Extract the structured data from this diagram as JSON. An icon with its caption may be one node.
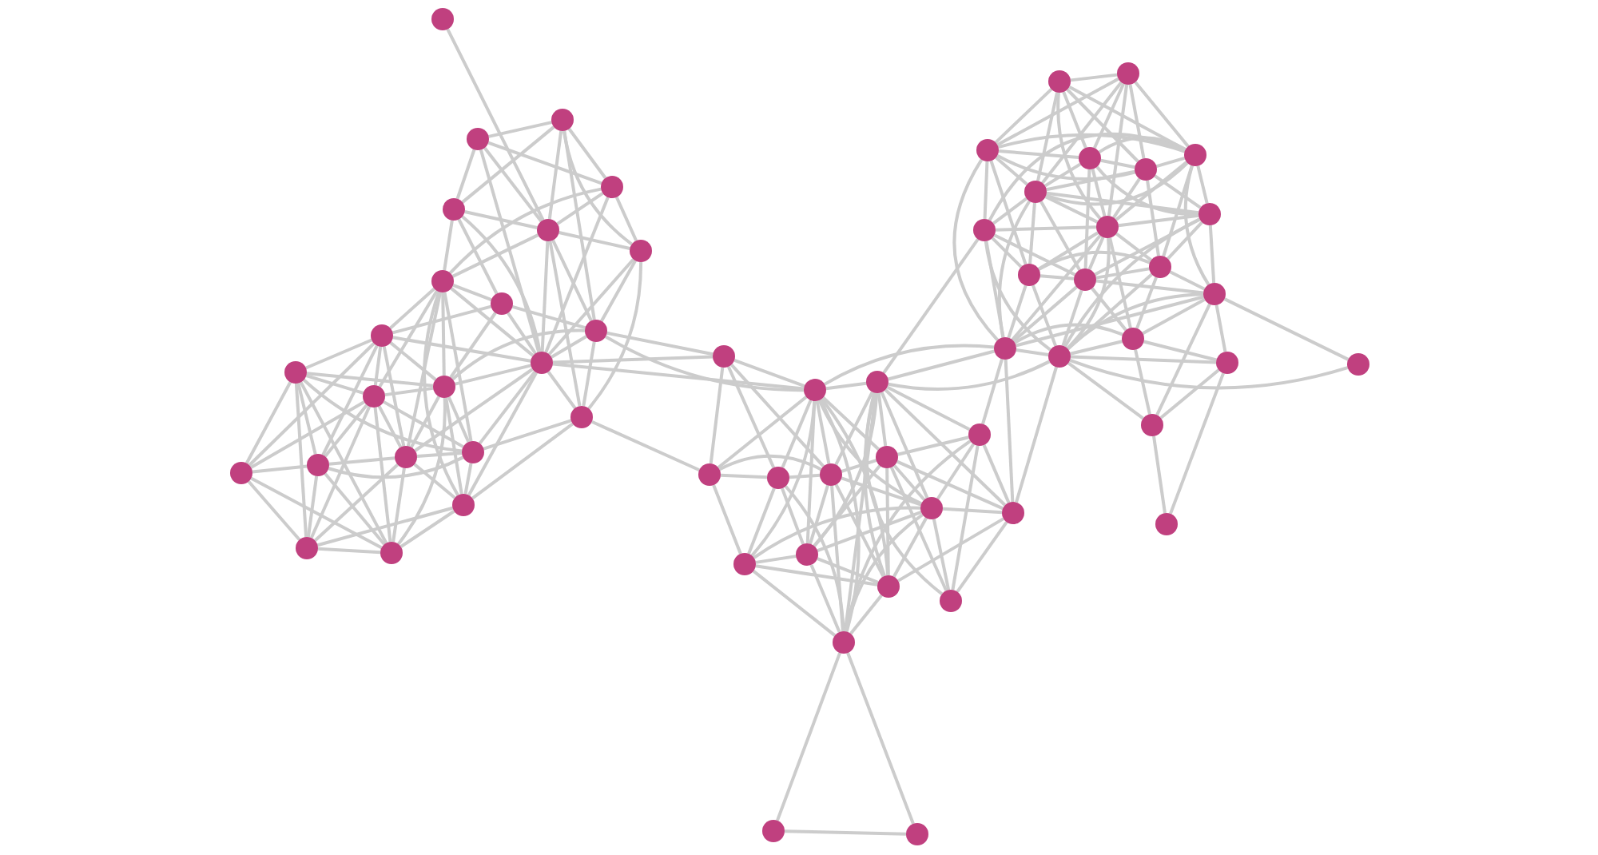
{
  "diagram": {
    "nodes": [
      {
        "text": [],
        "shape": "circle"
      },
      {
        "text": [],
        "shape": "circle"
      },
      {
        "text": [],
        "shape": "circle"
      },
      {
        "text": [],
        "shape": "circle"
      },
      {
        "text": [],
        "shape": "circle"
      },
      {
        "text": [],
        "shape": "circle"
      },
      {
        "text": [],
        "shape": "circle"
      },
      {
        "text": [],
        "shape": "circle"
      },
      {
        "text": [],
        "shape": "circle"
      },
      {
        "text": [],
        "shape": "circle"
      },
      {
        "text": [],
        "shape": "circle"
      },
      {
        "text": [],
        "shape": "circle"
      },
      {
        "text": [],
        "shape": "circle"
      },
      {
        "text": [],
        "shape": "circle"
      },
      {
        "text": [],
        "shape": "circle"
      },
      {
        "text": [],
        "shape": "circle"
      },
      {
        "text": [],
        "shape": "circle"
      },
      {
        "text": [],
        "shape": "circle"
      },
      {
        "text": [],
        "shape": "circle"
      },
      {
        "text": [],
        "shape": "circle"
      },
      {
        "text": [],
        "shape": "circle"
      },
      {
        "text": [],
        "shape": "circle"
      },
      {
        "text": [],
        "shape": "circle"
      },
      {
        "text": [],
        "shape": "circle"
      },
      {
        "text": [],
        "shape": "circle"
      },
      {
        "text": [],
        "shape": "circle"
      },
      {
        "text": [],
        "shape": "circle"
      },
      {
        "text": [],
        "shape": "circle"
      },
      {
        "text": [],
        "shape": "circle"
      },
      {
        "text": [],
        "shape": "circle"
      },
      {
        "text": [],
        "shape": "circle"
      },
      {
        "text": [],
        "shape": "circle"
      },
      {
        "text": [],
        "shape": "circle"
      },
      {
        "text": [],
        "shape": "circle"
      },
      {
        "text": [],
        "shape": "circle"
      },
      {
        "text": [],
        "shape": "circle"
      },
      {
        "text": [],
        "shape": "circle"
      },
      {
        "text": [],
        "shape": "circle"
      },
      {
        "text": [],
        "shape": "circle"
      },
      {
        "text": [],
        "shape": "circle"
      },
      {
        "text": [],
        "shape": "circle"
      },
      {
        "text": [],
        "shape": "circle"
      },
      {
        "text": [],
        "shape": "circle"
      },
      {
        "text": [],
        "shape": "circle"
      },
      {
        "text": [],
        "shape": "circle"
      },
      {
        "text": [],
        "shape": "circle"
      },
      {
        "text": [],
        "shape": "circle"
      },
      {
        "text": [],
        "shape": "circle"
      },
      {
        "text": [],
        "shape": "circle"
      },
      {
        "text": [],
        "shape": "circle"
      },
      {
        "text": [],
        "shape": "circle"
      },
      {
        "text": [],
        "shape": "circle"
      },
      {
        "text": [],
        "shape": "circle"
      },
      {
        "text": [],
        "shape": "circle"
      },
      {
        "text": [],
        "shape": "circle"
      },
      {
        "text": [],
        "shape": "circle"
      },
      {
        "text": [],
        "shape": "circle"
      },
      {
        "text": [],
        "shape": "circle"
      },
      {
        "text": [],
        "shape": "circle"
      },
      {
        "text": [],
        "shape": "circle"
      },
      {
        "text": [],
        "shape": "circle"
      }
    ],
    "edges": [
      {
        "from": 0,
        "to": 5,
        "arrow": "none"
      },
      {
        "from": 1,
        "to": 2,
        "arrow": "none"
      },
      {
        "from": 1,
        "to": 3,
        "arrow": "none"
      },
      {
        "from": 1,
        "to": 4,
        "arrow": "none"
      },
      {
        "from": 1,
        "to": 5,
        "arrow": "none"
      },
      {
        "from": 1,
        "to": 14,
        "arrow": "none"
      },
      {
        "from": 2,
        "to": 3,
        "arrow": "none"
      },
      {
        "from": 2,
        "to": 4,
        "arrow": "none"
      },
      {
        "from": 2,
        "to": 5,
        "arrow": "none"
      },
      {
        "from": 2,
        "to": 6,
        "arrow": "none"
      },
      {
        "from": 2,
        "to": 9,
        "arrow": "none"
      },
      {
        "from": 3,
        "to": 5,
        "arrow": "none"
      },
      {
        "from": 3,
        "to": 6,
        "arrow": "none"
      },
      {
        "from": 3,
        "to": 7,
        "arrow": "none"
      },
      {
        "from": 3,
        "to": 14,
        "arrow": "none"
      },
      {
        "from": 4,
        "to": 5,
        "arrow": "none"
      },
      {
        "from": 4,
        "to": 7,
        "arrow": "none"
      },
      {
        "from": 4,
        "to": 8,
        "arrow": "none"
      },
      {
        "from": 4,
        "to": 14,
        "arrow": "none"
      },
      {
        "from": 5,
        "to": 6,
        "arrow": "none"
      },
      {
        "from": 5,
        "to": 7,
        "arrow": "none"
      },
      {
        "from": 5,
        "to": 9,
        "arrow": "none"
      },
      {
        "from": 5,
        "to": 14,
        "arrow": "none"
      },
      {
        "from": 5,
        "to": 15,
        "arrow": "none"
      },
      {
        "from": 6,
        "to": 9,
        "arrow": "none"
      },
      {
        "from": 6,
        "to": 14,
        "arrow": "none"
      },
      {
        "from": 6,
        "to": 15,
        "arrow": "none"
      },
      {
        "from": 7,
        "to": 8,
        "arrow": "none"
      },
      {
        "from": 7,
        "to": 10,
        "arrow": "none"
      },
      {
        "from": 7,
        "to": 12,
        "arrow": "none"
      },
      {
        "from": 7,
        "to": 13,
        "arrow": "none"
      },
      {
        "from": 7,
        "to": 14,
        "arrow": "none"
      },
      {
        "from": 7,
        "to": 18,
        "arrow": "none"
      },
      {
        "from": 7,
        "to": 19,
        "arrow": "none"
      },
      {
        "from": 7,
        "to": 20,
        "arrow": "none"
      },
      {
        "from": 8,
        "to": 9,
        "arrow": "none"
      },
      {
        "from": 8,
        "to": 10,
        "arrow": "none"
      },
      {
        "from": 8,
        "to": 13,
        "arrow": "none"
      },
      {
        "from": 8,
        "to": 14,
        "arrow": "none"
      },
      {
        "from": 9,
        "to": 13,
        "arrow": "none"
      },
      {
        "from": 9,
        "to": 14,
        "arrow": "none"
      },
      {
        "from": 9,
        "to": 15,
        "arrow": "none"
      },
      {
        "from": 10,
        "to": 11,
        "arrow": "none"
      },
      {
        "from": 10,
        "to": 12,
        "arrow": "none"
      },
      {
        "from": 10,
        "to": 13,
        "arrow": "none"
      },
      {
        "from": 10,
        "to": 14,
        "arrow": "none"
      },
      {
        "from": 10,
        "to": 16,
        "arrow": "none"
      },
      {
        "from": 10,
        "to": 17,
        "arrow": "none"
      },
      {
        "from": 10,
        "to": 18,
        "arrow": "none"
      },
      {
        "from": 11,
        "to": 12,
        "arrow": "none"
      },
      {
        "from": 11,
        "to": 13,
        "arrow": "none"
      },
      {
        "from": 11,
        "to": 16,
        "arrow": "none"
      },
      {
        "from": 11,
        "to": 17,
        "arrow": "none"
      },
      {
        "from": 11,
        "to": 19,
        "arrow": "none"
      },
      {
        "from": 11,
        "to": 21,
        "arrow": "none"
      },
      {
        "from": 11,
        "to": 22,
        "arrow": "none"
      },
      {
        "from": 12,
        "to": 13,
        "arrow": "none"
      },
      {
        "from": 12,
        "to": 16,
        "arrow": "none"
      },
      {
        "from": 12,
        "to": 17,
        "arrow": "none"
      },
      {
        "from": 12,
        "to": 18,
        "arrow": "none"
      },
      {
        "from": 12,
        "to": 19,
        "arrow": "none"
      },
      {
        "from": 12,
        "to": 21,
        "arrow": "none"
      },
      {
        "from": 12,
        "to": 22,
        "arrow": "none"
      },
      {
        "from": 13,
        "to": 14,
        "arrow": "none"
      },
      {
        "from": 13,
        "to": 18,
        "arrow": "none"
      },
      {
        "from": 13,
        "to": 19,
        "arrow": "none"
      },
      {
        "from": 13,
        "to": 20,
        "arrow": "none"
      },
      {
        "from": 13,
        "to": 22,
        "arrow": "none"
      },
      {
        "from": 14,
        "to": 15,
        "arrow": "none"
      },
      {
        "from": 14,
        "to": 18,
        "arrow": "none"
      },
      {
        "from": 14,
        "to": 19,
        "arrow": "none"
      },
      {
        "from": 14,
        "to": 20,
        "arrow": "none"
      },
      {
        "from": 15,
        "to": 19,
        "arrow": "none"
      },
      {
        "from": 15,
        "to": 20,
        "arrow": "none"
      },
      {
        "from": 16,
        "to": 17,
        "arrow": "none"
      },
      {
        "from": 16,
        "to": 21,
        "arrow": "none"
      },
      {
        "from": 16,
        "to": 22,
        "arrow": "none"
      },
      {
        "from": 17,
        "to": 18,
        "arrow": "none"
      },
      {
        "from": 17,
        "to": 19,
        "arrow": "none"
      },
      {
        "from": 17,
        "to": 21,
        "arrow": "none"
      },
      {
        "from": 17,
        "to": 22,
        "arrow": "none"
      },
      {
        "from": 18,
        "to": 19,
        "arrow": "none"
      },
      {
        "from": 18,
        "to": 20,
        "arrow": "none"
      },
      {
        "from": 18,
        "to": 21,
        "arrow": "none"
      },
      {
        "from": 18,
        "to": 22,
        "arrow": "none"
      },
      {
        "from": 19,
        "to": 20,
        "arrow": "none"
      },
      {
        "from": 20,
        "to": 21,
        "arrow": "none"
      },
      {
        "from": 20,
        "to": 22,
        "arrow": "none"
      },
      {
        "from": 21,
        "to": 22,
        "arrow": "none"
      },
      {
        "from": 14,
        "to": 23,
        "arrow": "none"
      },
      {
        "from": 9,
        "to": 23,
        "arrow": "none"
      },
      {
        "from": 9,
        "to": 24,
        "arrow": "none"
      },
      {
        "from": 15,
        "to": 26,
        "arrow": "none"
      },
      {
        "from": 14,
        "to": 24,
        "arrow": "none"
      },
      {
        "from": 23,
        "to": 24,
        "arrow": "none"
      },
      {
        "from": 23,
        "to": 26,
        "arrow": "none"
      },
      {
        "from": 23,
        "to": 27,
        "arrow": "none"
      },
      {
        "from": 23,
        "to": 28,
        "arrow": "none"
      },
      {
        "from": 24,
        "to": 25,
        "arrow": "none"
      },
      {
        "from": 24,
        "to": 26,
        "arrow": "none"
      },
      {
        "from": 24,
        "to": 27,
        "arrow": "none"
      },
      {
        "from": 24,
        "to": 28,
        "arrow": "none"
      },
      {
        "from": 24,
        "to": 29,
        "arrow": "none"
      },
      {
        "from": 24,
        "to": 31,
        "arrow": "none"
      },
      {
        "from": 24,
        "to": 33,
        "arrow": "none"
      },
      {
        "from": 24,
        "to": 34,
        "arrow": "none"
      },
      {
        "from": 24,
        "to": 35,
        "arrow": "none"
      },
      {
        "from": 24,
        "to": 37,
        "arrow": "none"
      },
      {
        "from": 25,
        "to": 28,
        "arrow": "none"
      },
      {
        "from": 25,
        "to": 29,
        "arrow": "none"
      },
      {
        "from": 25,
        "to": 30,
        "arrow": "none"
      },
      {
        "from": 25,
        "to": 31,
        "arrow": "none"
      },
      {
        "from": 25,
        "to": 32,
        "arrow": "none"
      },
      {
        "from": 25,
        "to": 34,
        "arrow": "none"
      },
      {
        "from": 25,
        "to": 35,
        "arrow": "none"
      },
      {
        "from": 25,
        "to": 36,
        "arrow": "none"
      },
      {
        "from": 25,
        "to": 37,
        "arrow": "none"
      },
      {
        "from": 26,
        "to": 27,
        "arrow": "none"
      },
      {
        "from": 26,
        "to": 28,
        "arrow": "none"
      },
      {
        "from": 26,
        "to": 33,
        "arrow": "none"
      },
      {
        "from": 27,
        "to": 28,
        "arrow": "none"
      },
      {
        "from": 27,
        "to": 33,
        "arrow": "none"
      },
      {
        "from": 27,
        "to": 34,
        "arrow": "none"
      },
      {
        "from": 27,
        "to": 37,
        "arrow": "none"
      },
      {
        "from": 28,
        "to": 29,
        "arrow": "none"
      },
      {
        "from": 28,
        "to": 31,
        "arrow": "none"
      },
      {
        "from": 28,
        "to": 34,
        "arrow": "none"
      },
      {
        "from": 28,
        "to": 35,
        "arrow": "none"
      },
      {
        "from": 28,
        "to": 37,
        "arrow": "none"
      },
      {
        "from": 29,
        "to": 30,
        "arrow": "none"
      },
      {
        "from": 29,
        "to": 31,
        "arrow": "none"
      },
      {
        "from": 29,
        "to": 32,
        "arrow": "none"
      },
      {
        "from": 29,
        "to": 34,
        "arrow": "none"
      },
      {
        "from": 29,
        "to": 35,
        "arrow": "none"
      },
      {
        "from": 29,
        "to": 36,
        "arrow": "none"
      },
      {
        "from": 30,
        "to": 31,
        "arrow": "none"
      },
      {
        "from": 30,
        "to": 32,
        "arrow": "none"
      },
      {
        "from": 30,
        "to": 36,
        "arrow": "none"
      },
      {
        "from": 30,
        "to": 37,
        "arrow": "none"
      },
      {
        "from": 31,
        "to": 32,
        "arrow": "none"
      },
      {
        "from": 31,
        "to": 33,
        "arrow": "none"
      },
      {
        "from": 31,
        "to": 34,
        "arrow": "none"
      },
      {
        "from": 31,
        "to": 35,
        "arrow": "none"
      },
      {
        "from": 31,
        "to": 36,
        "arrow": "none"
      },
      {
        "from": 31,
        "to": 37,
        "arrow": "none"
      },
      {
        "from": 32,
        "to": 35,
        "arrow": "none"
      },
      {
        "from": 32,
        "to": 36,
        "arrow": "none"
      },
      {
        "from": 33,
        "to": 34,
        "arrow": "none"
      },
      {
        "from": 33,
        "to": 35,
        "arrow": "none"
      },
      {
        "from": 33,
        "to": 37,
        "arrow": "none"
      },
      {
        "from": 34,
        "to": 35,
        "arrow": "none"
      },
      {
        "from": 34,
        "to": 37,
        "arrow": "none"
      },
      {
        "from": 35,
        "to": 37,
        "arrow": "none"
      },
      {
        "from": 37,
        "to": 38,
        "arrow": "none"
      },
      {
        "from": 37,
        "to": 39,
        "arrow": "none"
      },
      {
        "from": 38,
        "to": 39,
        "arrow": "none"
      },
      {
        "from": 25,
        "to": 48,
        "arrow": "none"
      },
      {
        "from": 24,
        "to": 54,
        "arrow": "none"
      },
      {
        "from": 25,
        "to": 54,
        "arrow": "none"
      },
      {
        "from": 25,
        "to": 55,
        "arrow": "none"
      },
      {
        "from": 30,
        "to": 54,
        "arrow": "none"
      },
      {
        "from": 32,
        "to": 55,
        "arrow": "none"
      },
      {
        "from": 32,
        "to": 54,
        "arrow": "none"
      },
      {
        "from": 40,
        "to": 41,
        "arrow": "none"
      },
      {
        "from": 40,
        "to": 42,
        "arrow": "none"
      },
      {
        "from": 40,
        "to": 43,
        "arrow": "none"
      },
      {
        "from": 40,
        "to": 44,
        "arrow": "none"
      },
      {
        "from": 40,
        "to": 45,
        "arrow": "none"
      },
      {
        "from": 40,
        "to": 46,
        "arrow": "none"
      },
      {
        "from": 40,
        "to": 49,
        "arrow": "none"
      },
      {
        "from": 41,
        "to": 42,
        "arrow": "none"
      },
      {
        "from": 41,
        "to": 43,
        "arrow": "none"
      },
      {
        "from": 41,
        "to": 44,
        "arrow": "none"
      },
      {
        "from": 41,
        "to": 45,
        "arrow": "none"
      },
      {
        "from": 41,
        "to": 46,
        "arrow": "none"
      },
      {
        "from": 41,
        "to": 49,
        "arrow": "none"
      },
      {
        "from": 42,
        "to": 43,
        "arrow": "none"
      },
      {
        "from": 42,
        "to": 44,
        "arrow": "none"
      },
      {
        "from": 42,
        "to": 45,
        "arrow": "none"
      },
      {
        "from": 42,
        "to": 46,
        "arrow": "none"
      },
      {
        "from": 42,
        "to": 48,
        "arrow": "none"
      },
      {
        "from": 42,
        "to": 51,
        "arrow": "none"
      },
      {
        "from": 42,
        "to": 54,
        "arrow": "none"
      },
      {
        "from": 43,
        "to": 44,
        "arrow": "none"
      },
      {
        "from": 43,
        "to": 45,
        "arrow": "none"
      },
      {
        "from": 43,
        "to": 46,
        "arrow": "none"
      },
      {
        "from": 43,
        "to": 47,
        "arrow": "none"
      },
      {
        "from": 43,
        "to": 49,
        "arrow": "none"
      },
      {
        "from": 43,
        "to": 52,
        "arrow": "none"
      },
      {
        "from": 44,
        "to": 45,
        "arrow": "none"
      },
      {
        "from": 44,
        "to": 46,
        "arrow": "none"
      },
      {
        "from": 44,
        "to": 47,
        "arrow": "none"
      },
      {
        "from": 44,
        "to": 49,
        "arrow": "none"
      },
      {
        "from": 44,
        "to": 50,
        "arrow": "none"
      },
      {
        "from": 45,
        "to": 46,
        "arrow": "none"
      },
      {
        "from": 45,
        "to": 47,
        "arrow": "none"
      },
      {
        "from": 45,
        "to": 48,
        "arrow": "none"
      },
      {
        "from": 45,
        "to": 49,
        "arrow": "none"
      },
      {
        "from": 45,
        "to": 50,
        "arrow": "none"
      },
      {
        "from": 45,
        "to": 53,
        "arrow": "none"
      },
      {
        "from": 46,
        "to": 47,
        "arrow": "none"
      },
      {
        "from": 46,
        "to": 48,
        "arrow": "none"
      },
      {
        "from": 46,
        "to": 49,
        "arrow": "none"
      },
      {
        "from": 46,
        "to": 51,
        "arrow": "none"
      },
      {
        "from": 46,
        "to": 52,
        "arrow": "none"
      },
      {
        "from": 46,
        "to": 54,
        "arrow": "none"
      },
      {
        "from": 47,
        "to": 49,
        "arrow": "none"
      },
      {
        "from": 47,
        "to": 50,
        "arrow": "none"
      },
      {
        "from": 47,
        "to": 52,
        "arrow": "none"
      },
      {
        "from": 47,
        "to": 53,
        "arrow": "none"
      },
      {
        "from": 47,
        "to": 55,
        "arrow": "none"
      },
      {
        "from": 48,
        "to": 49,
        "arrow": "none"
      },
      {
        "from": 48,
        "to": 51,
        "arrow": "none"
      },
      {
        "from": 48,
        "to": 52,
        "arrow": "none"
      },
      {
        "from": 48,
        "to": 54,
        "arrow": "none"
      },
      {
        "from": 48,
        "to": 55,
        "arrow": "none"
      },
      {
        "from": 49,
        "to": 50,
        "arrow": "none"
      },
      {
        "from": 49,
        "to": 51,
        "arrow": "none"
      },
      {
        "from": 49,
        "to": 52,
        "arrow": "none"
      },
      {
        "from": 49,
        "to": 54,
        "arrow": "none"
      },
      {
        "from": 49,
        "to": 55,
        "arrow": "none"
      },
      {
        "from": 49,
        "to": 56,
        "arrow": "none"
      },
      {
        "from": 50,
        "to": 51,
        "arrow": "none"
      },
      {
        "from": 50,
        "to": 52,
        "arrow": "none"
      },
      {
        "from": 50,
        "to": 53,
        "arrow": "none"
      },
      {
        "from": 50,
        "to": 55,
        "arrow": "none"
      },
      {
        "from": 50,
        "to": 56,
        "arrow": "none"
      },
      {
        "from": 51,
        "to": 52,
        "arrow": "none"
      },
      {
        "from": 51,
        "to": 54,
        "arrow": "none"
      },
      {
        "from": 51,
        "to": 55,
        "arrow": "none"
      },
      {
        "from": 52,
        "to": 53,
        "arrow": "none"
      },
      {
        "from": 52,
        "to": 54,
        "arrow": "none"
      },
      {
        "from": 52,
        "to": 55,
        "arrow": "none"
      },
      {
        "from": 52,
        "to": 56,
        "arrow": "none"
      },
      {
        "from": 53,
        "to": 54,
        "arrow": "none"
      },
      {
        "from": 53,
        "to": 55,
        "arrow": "none"
      },
      {
        "from": 53,
        "to": 56,
        "arrow": "none"
      },
      {
        "from": 53,
        "to": 57,
        "arrow": "none"
      },
      {
        "from": 54,
        "to": 55,
        "arrow": "none"
      },
      {
        "from": 54,
        "to": 56,
        "arrow": "none"
      },
      {
        "from": 55,
        "to": 56,
        "arrow": "none"
      },
      {
        "from": 55,
        "to": 57,
        "arrow": "none"
      },
      {
        "from": 56,
        "to": 57,
        "arrow": "none"
      },
      {
        "from": 56,
        "to": 59,
        "arrow": "none"
      },
      {
        "from": 53,
        "to": 59,
        "arrow": "none"
      },
      {
        "from": 57,
        "to": 59,
        "arrow": "none"
      },
      {
        "from": 57,
        "to": 60,
        "arrow": "none"
      },
      {
        "from": 59,
        "to": 60,
        "arrow": "none"
      },
      {
        "from": 55,
        "to": 59,
        "arrow": "none"
      },
      {
        "from": 53,
        "to": 58,
        "arrow": "none"
      },
      {
        "from": 55,
        "to": 58,
        "arrow": "none"
      }
    ]
  }
}
